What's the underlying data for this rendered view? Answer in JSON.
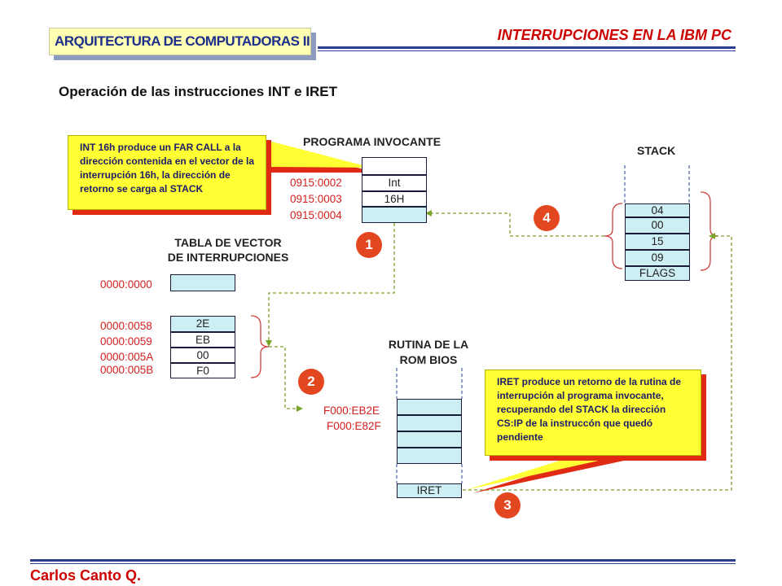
{
  "header": {
    "title": "INTERRUPCIONES EN LA IBM PC",
    "course": "ARQUITECTURA DE COMPUTADORAS II",
    "subtitle": "Operación de las instrucciones INT e IRET"
  },
  "footer": {
    "author": "Carlos Canto Q."
  },
  "colors": {
    "accent_red": "#cc0000",
    "navy": "#2a3f8f",
    "callout_yellow": "#ffff33",
    "cell_cyan": "#cdeef2",
    "badge": "#e34720",
    "arrow_green": "#7aa32a"
  },
  "programa": {
    "title": "PROGRAMA INVOCANTE",
    "addresses": [
      "0915:0002",
      "0915:0003",
      "0915:0004"
    ],
    "cells": [
      "",
      "Int",
      "16H",
      ""
    ]
  },
  "tabla": {
    "title_line1": "TABLA DE VECTOR",
    "title_line2": "DE INTERRUPCIONES",
    "addresses": [
      "0000:0000",
      "0000:0058",
      "0000:0059",
      "0000:005A",
      "0000:005B"
    ],
    "cells": [
      "",
      "2E",
      "EB",
      "00",
      "F0"
    ]
  },
  "stack": {
    "title": "STACK",
    "cells": [
      "04",
      "00",
      "15",
      "09",
      "FLAGS"
    ]
  },
  "rutina": {
    "title_line1": "RUTINA DE LA",
    "title_line2": "ROM BIOS",
    "addresses": [
      "F000:EB2E",
      "F000:E82F"
    ],
    "cells": [
      "",
      "",
      "",
      "",
      "IRET"
    ]
  },
  "callouts": {
    "int": "INT 16h produce un FAR CALL a la dirección contenida en el vector de la interrupción 16h, la dirección de retorno se carga al STACK",
    "iret": "IRET produce un retorno de la rutina de interrupción al programa invocante, recuperando del STACK la dirección CS:IP de la instruccón que quedó pendiente"
  },
  "steps": [
    "1",
    "2",
    "3",
    "4"
  ]
}
